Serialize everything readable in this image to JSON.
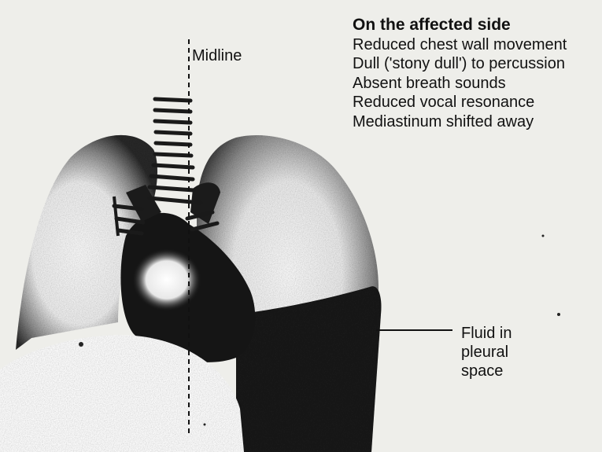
{
  "colors": {
    "background": "#eeeeea",
    "lung_shadow": "#2a2a2a",
    "lung_fill": "#f4f4f4",
    "fluid": "#1c1c1c",
    "heart": "#151515",
    "diaphragm": "#fafafa",
    "text": "#111111"
  },
  "diagram": {
    "midline_label": "Midline",
    "findings": {
      "heading": "On the affected side",
      "items": [
        "Reduced chest wall movement",
        "Dull ('stony dull') to percussion",
        "Absent breath sounds",
        "Reduced vocal resonance",
        "Mediastinum shifted away"
      ]
    },
    "fluid_label": [
      "Fluid in",
      "pleural",
      "space"
    ]
  }
}
